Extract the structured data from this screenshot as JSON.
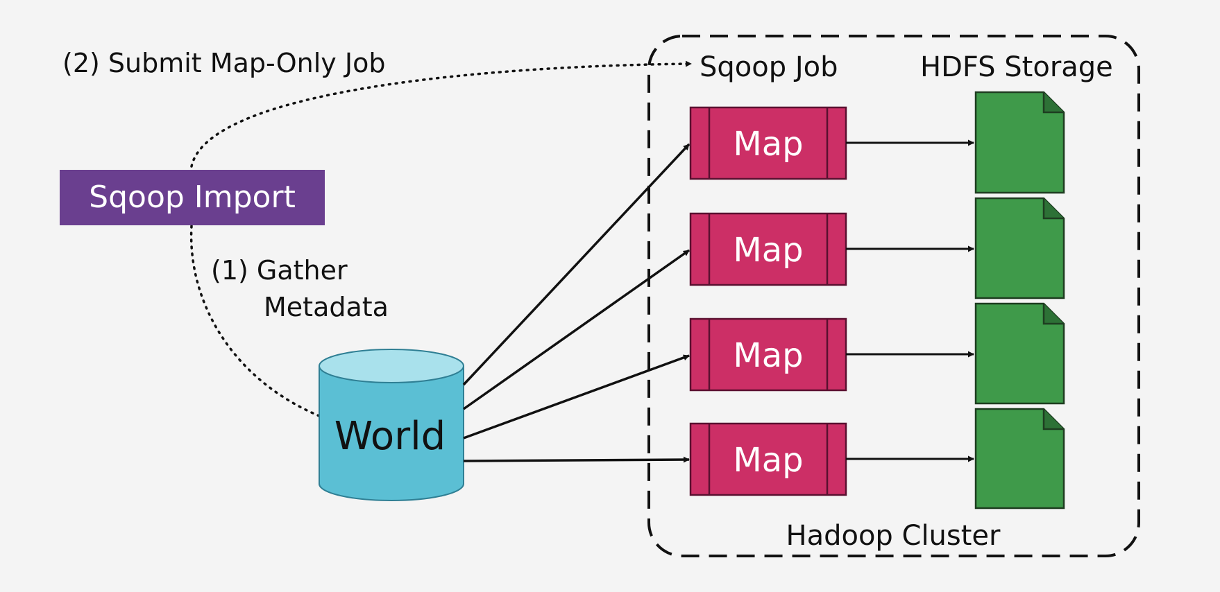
{
  "steps": {
    "submit_job": "(2) Submit Map-Only Job",
    "gather_line1": "(1) Gather",
    "gather_line2": "Metadata"
  },
  "tool": {
    "label": "Sqoop Import",
    "color": "#6a3f8f"
  },
  "database": {
    "label": "World",
    "color": "#5bbfd4"
  },
  "cluster": {
    "title": "Hadoop Cluster",
    "job_heading": "Sqoop Job",
    "storage_heading": "HDFS Storage",
    "map_tasks": [
      {
        "label": "Map"
      },
      {
        "label": "Map"
      },
      {
        "label": "Map"
      },
      {
        "label": "Map"
      }
    ],
    "map_color": "#cc2f66",
    "file_color": "#3f9a4a"
  }
}
